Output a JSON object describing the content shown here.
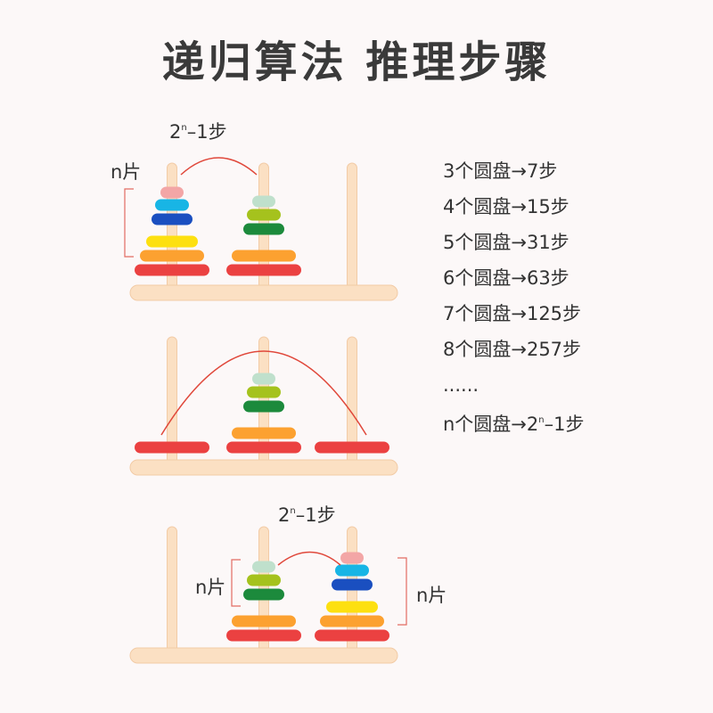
{
  "title": "递归算法 推理步骤",
  "labels": {
    "top_steps_pre": "2",
    "top_steps_sup": "n",
    "top_steps_post": "–1步",
    "top_n": "n片",
    "bottom_steps_pre": "2",
    "bottom_steps_sup": "n",
    "bottom_steps_post": "–1步",
    "bottom_n_left": "n片",
    "bottom_n_right": "n片"
  },
  "steps": [
    "3个圆盘→7步",
    "4个圆盘→15步",
    "5个圆盘→31步",
    "6个圆盘→63步",
    "7个圆盘→125步",
    "8个圆盘→257步",
    "......"
  ],
  "steps_last": {
    "pre": "n个圆盘→2",
    "sup": "n",
    "post": "–1步"
  },
  "colors": {
    "rod": "#fbe0c3",
    "rod_edge": "#f2cba6",
    "arc": "#e0483b",
    "bracket": "#e36b62",
    "disc_pink": "#f3a6a6",
    "disc_cyan": "#18b5e5",
    "disc_blue": "#1a4fc0",
    "disc_yellow": "#fde010",
    "disc_orange": "#fca130",
    "disc_red": "#eb4141",
    "disc_mint": "#bfe0cc",
    "disc_lime": "#a5c21d",
    "disc_green": "#1c8a3c"
  }
}
